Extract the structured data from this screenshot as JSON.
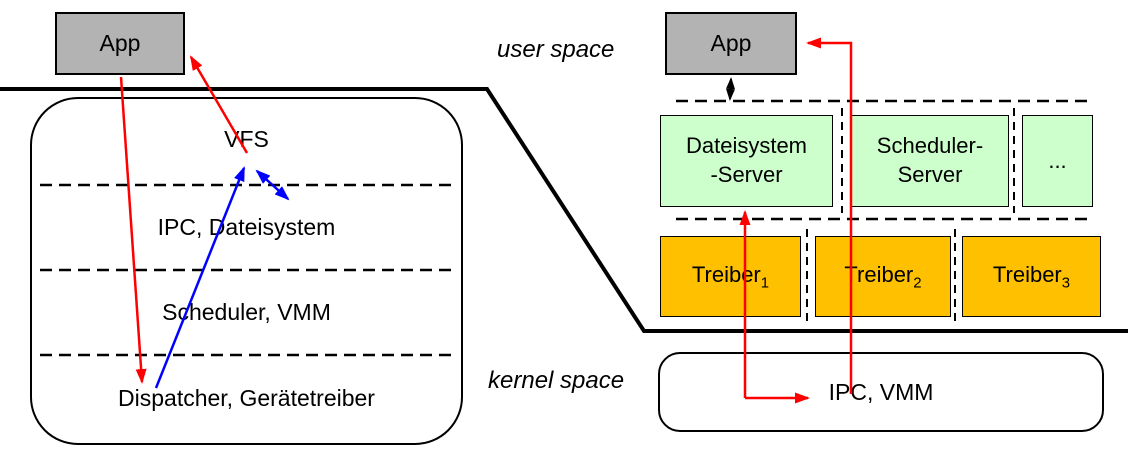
{
  "colors": {
    "gray": "#b3b3b3",
    "green": "#ccffcc",
    "orange": "#ffc000",
    "red": "#ff0000",
    "blue": "#0000ff",
    "black": "#000000"
  },
  "labels": {
    "user_space": "user space",
    "kernel_space": "kernel space"
  },
  "left": {
    "app": "App",
    "layers": {
      "vfs": "VFS",
      "ipc": "IPC, Dateisystem",
      "scheduler": "Scheduler, VMM",
      "dispatcher": "Dispatcher, Gerätetreiber"
    }
  },
  "right": {
    "app": "App",
    "servers": [
      {
        "line1": "Dateisystem",
        "line2": "-Server"
      },
      {
        "line1": "Scheduler-",
        "line2": "Server"
      },
      {
        "line1": "...",
        "line2": ""
      }
    ],
    "drivers": [
      {
        "base": "Treiber",
        "sub": "1"
      },
      {
        "base": "Treiber",
        "sub": "2"
      },
      {
        "base": "Treiber",
        "sub": "3"
      }
    ],
    "kernel": "IPC, VMM"
  }
}
